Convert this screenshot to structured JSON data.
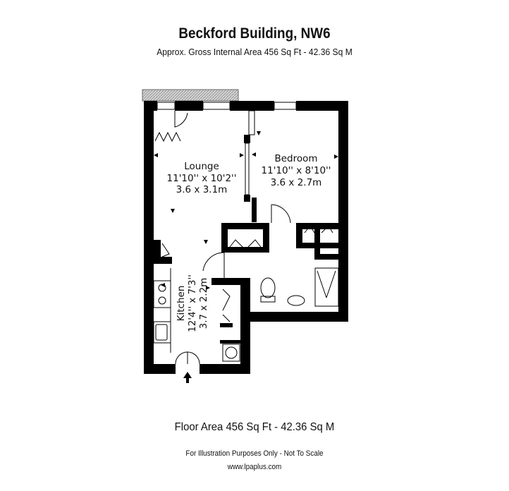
{
  "header": {
    "title": "Beckford Building, NW6",
    "subtitle": "Approx. Gross Internal Area 456 Sq Ft - 42.36 Sq M"
  },
  "rooms": {
    "lounge": {
      "name": "Lounge",
      "imperial": "11'10'' x 10'2''",
      "metric": "3.6 x 3.1m"
    },
    "bedroom": {
      "name": "Bedroom",
      "imperial": "11'10'' x 8'10''",
      "metric": "3.6 x 2.7m"
    },
    "kitchen": {
      "name": "Kitchen",
      "imperial": "12'4'' x 7'3''",
      "metric": "3.7 x 2.2m"
    }
  },
  "footer": {
    "floor_area": "Floor Area 456 Sq Ft - 42.36 Sq M",
    "disclaimer": "For Illustration Purposes Only - Not To Scale",
    "website": "www.lpaplus.com"
  },
  "colors": {
    "wall": "#000000",
    "balcony": "#bfbfbf",
    "background": "#ffffff"
  }
}
